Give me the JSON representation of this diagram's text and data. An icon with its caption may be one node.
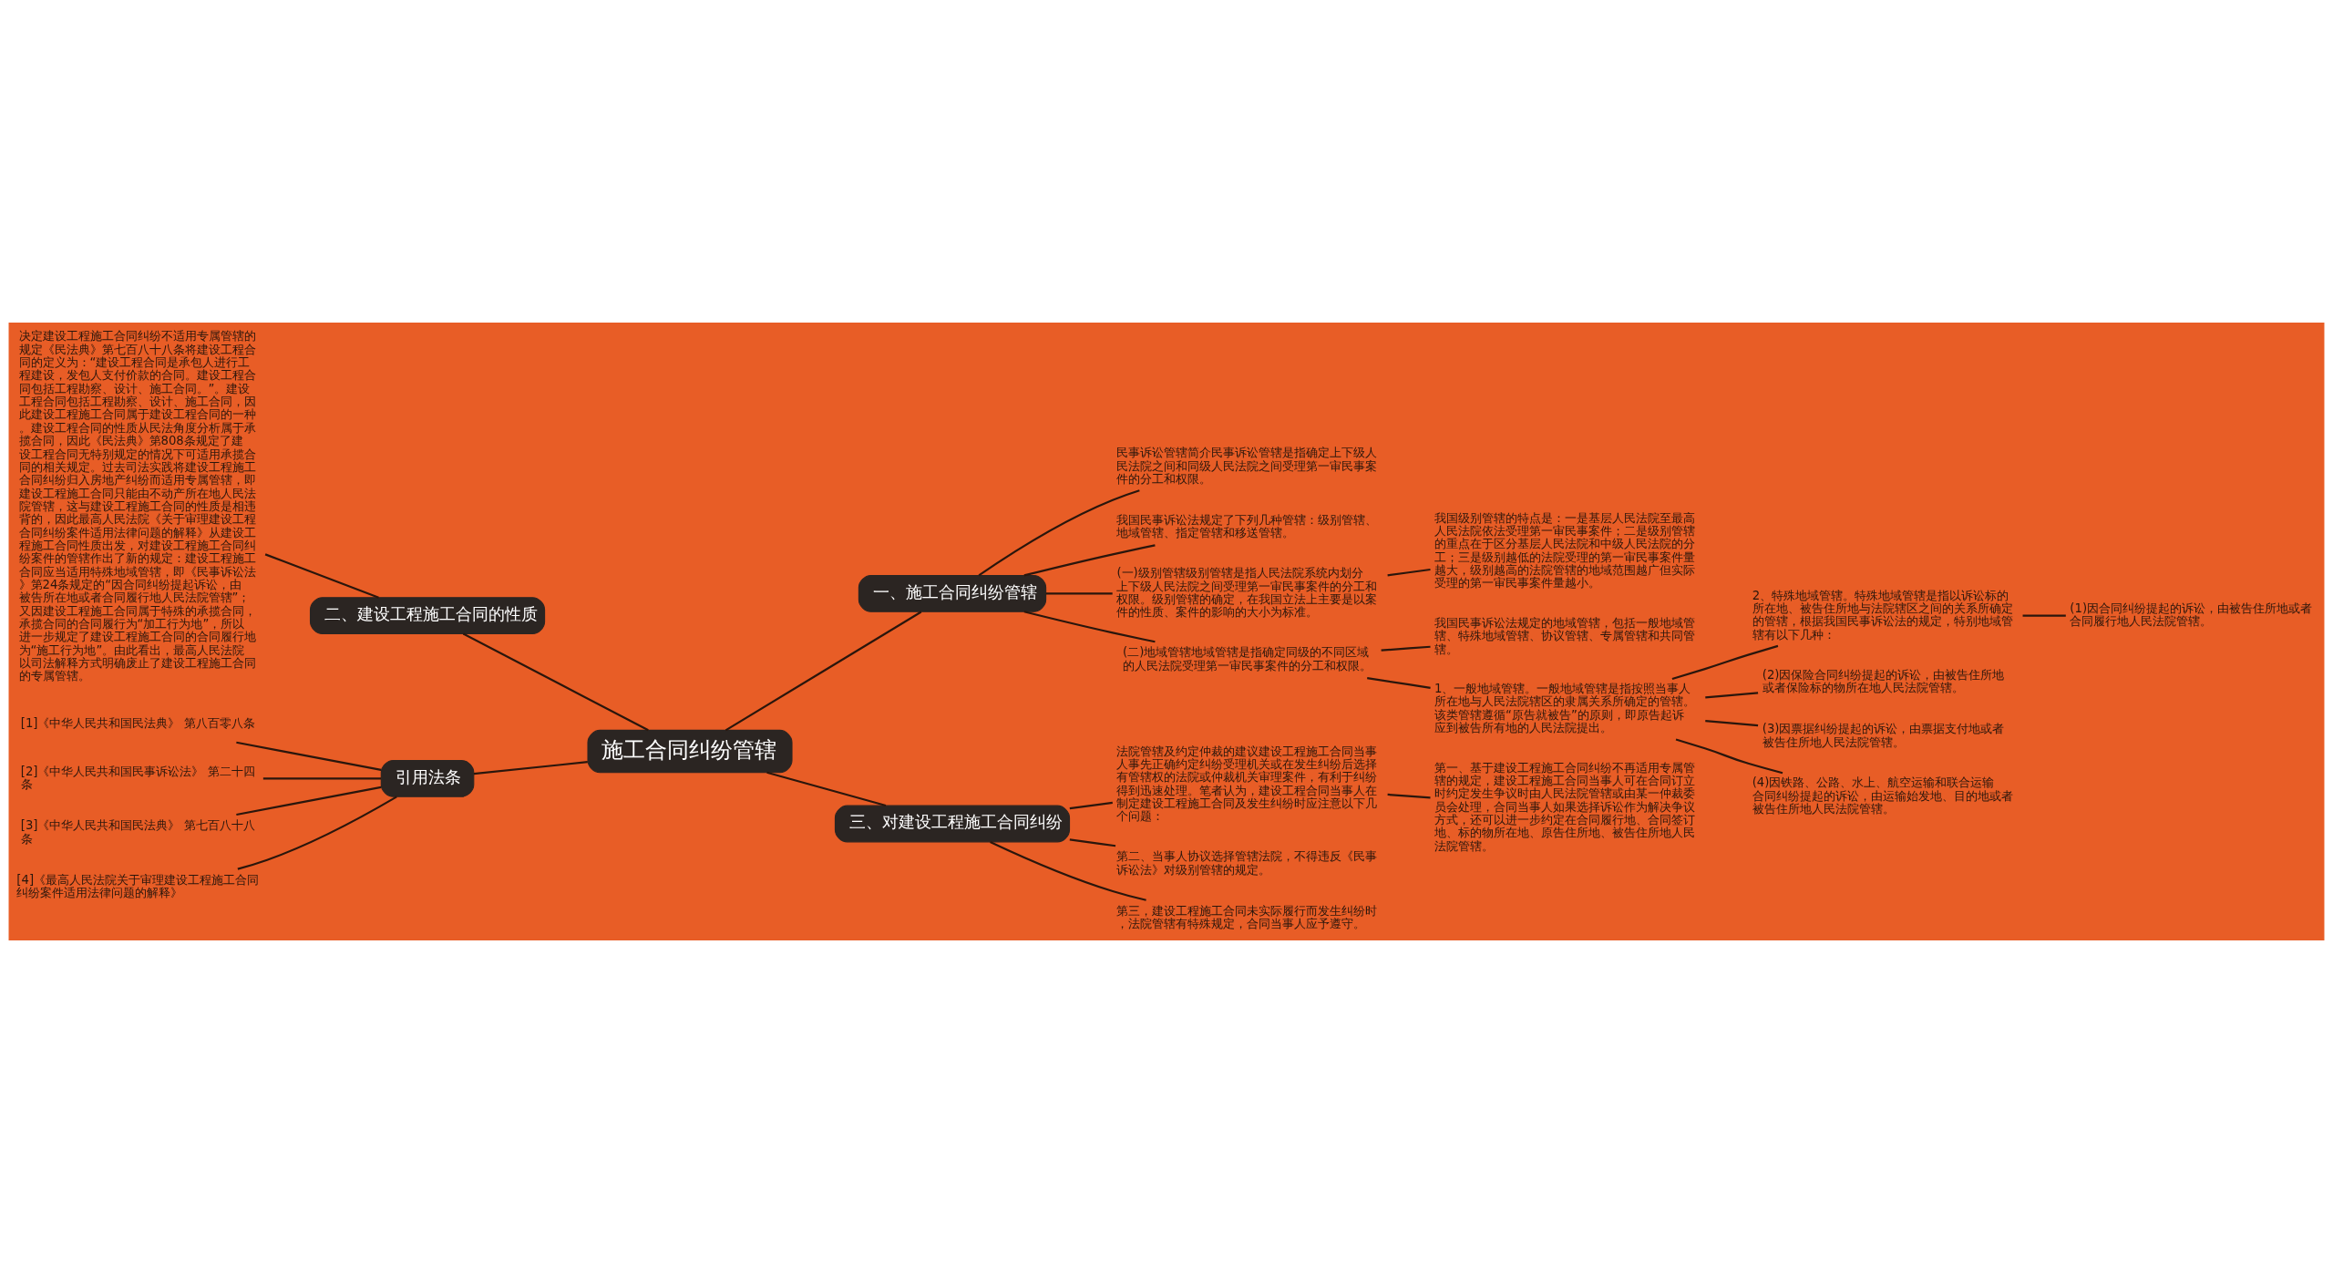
{
  "diagram": {
    "nodes": [
      {
        "text": [
          "施工合同纠纷管辖"
        ]
      },
      {
        "text": [
          "一、施工合同纠纷管辖"
        ]
      },
      {
        "text": [
          "民事诉讼管辖简介民事诉讼管辖是指确定上下级人民法院之间和同级人民法院之间受理第一审民事案件的分工和权限。"
        ]
      },
      {
        "text": [
          "我国民事诉讼法规定了下列几种管辖：级别管辖、地域管辖、指定管辖和移送管辖。"
        ]
      },
      {
        "text": [
          "(一)级别管辖级别管辖是指人民法院系统内划分上下级人民法院之间受理第一审民事案件的分工和权限。级别管辖的确定，在我国立法上主要是以案件的性质、案件的影响的大小为标准。"
        ]
      },
      {
        "text": [
          "我国级别管辖的特点是：一是基层人民法院至最高人民法院依法受理第一审民事案件；二是级别管辖的重点在于区分基层人民法院和中级人民法院的分工；三是级别越低的法院受理的第一审民事案件量越大，级别越高的法院管辖的地域范围越广但实际受理的第一审民事案件量越小。"
        ]
      },
      {
        "text": [
          "(二)地域管辖地域管辖是指确定同级的不同区域的人民法院受理第一审民事案件的分工和权限。"
        ]
      },
      {
        "text": [
          "我国民事诉讼法规定的地域管辖，包括一般地域管辖、特殊地域管辖、协议管辖、专属管辖和共同管辖。"
        ]
      },
      {
        "text": [
          "1、一般地域管辖。一般地域管辖是指按照当事人所在地与人民法院辖区的隶属关系所确定的管辖。该类管辖遵循“原告就被告”的原则，即原告起诉应到被告所有地的人民法院提出。"
        ]
      },
      {
        "text": [
          "2、特殊地域管辖。特殊地域管辖是指以诉讼标的所在地、被告住所地与法院辖区之间的关系所确定的管辖，根据我国民事诉讼法的规定，特别地域管辖有以下几种："
        ]
      },
      {
        "text": [
          "(1)因合同纠纷提起的诉讼，由被告住所地或者合同履行地人民法院管辖。"
        ]
      },
      {
        "text": [
          "(2)因保险合同纠纷提起的诉讼，由被告住所地或者保险标的物所在地人民法院管辖。"
        ]
      },
      {
        "text": [
          "(3)因票据纠纷提起的诉讼，由票据支付地或者被告住所地人民法院管辖。"
        ]
      },
      {
        "text": [
          "(4)因铁路、公路、水上、航空运输和联合运输合同纠纷提起的诉讼，由运输始发地、目的地或者被告住所地人民法院管辖。"
        ]
      },
      {
        "text": [
          "二、建设工程施工合同的性质"
        ]
      },
      {
        "text": [
          "决定建设工程施工合同纠纷不适用专属管辖的规定《民法典》第七百八十八条将建设工程合同的定义为：“建设工程合同是承包人进行工程建设，发包人支付价款的合同。建设工程合同包括工程勘察、设计、施工合同。”。建设工程合同包括工程勘察、设计、施工合同，因此建设工程施工合同属于建设工程合同的一种。建设工程合同的性质从民法角度分析属于承揽合同，因此《民法典》第808条规定了建设工程合同无特别规定的情况下可适用承揽合同的相关规定。过去司法实践将建设工程施工合同纠纷归入房地产纠纷而适用专属管辖，即建设工程施工合同只能由不动产所在地人民法院管辖，这与建设工程施工合同的性质是相违背的，因此最高人民法院《关于审理建设工程合同纠纷案件适用法律问题的解释》从建设工程施工合同性质出发，对建设工程施工合同纠纷案件的管辖作出了新的规定：建设工程施工合同应当适用特殊地域管辖，即《民事诉讼法》第24条规定的“因合同纠纷提起诉讼，由被告所在地或者合同履行地人民法院管辖”；又因建设工程施工合同属于特殊的承揽合同，承揽合同的合同履行为“加工行为地”，所以进一步规定了建设工程施工合同的合同履行地为“施工行为地”。由此看出，最高人民法院以司法解释方式明确废止了建设工程施工合同的专属管辖。"
        ]
      },
      {
        "text": [
          "引用法条"
        ]
      },
      {
        "text": [
          "[1]《中华人民共和国民法典》 第八百零八条"
        ]
      },
      {
        "text": [
          "[2]《中华人民共和国民事诉讼法》 第二十四条"
        ]
      },
      {
        "text": [
          "[3]《中华人民共和国民法典》 第七百八十八条"
        ]
      },
      {
        "text": [
          "[4]《最高人民法院关于审理建设工程施工合同纠纷案件适用法律问题的解释》"
        ]
      },
      {
        "text": [
          "三、对建设工程施工合同纠纷"
        ]
      },
      {
        "text": [
          "法院管辖及约定仲裁的建议建设工程施工合同当事人事先正确约定纠纷受理机关或在发生纠纷后选择有管辖权的法院或仲裁机关审理案件，有利于纠纷得到迅速处理。笔者认为，建设工程合同当事人在制定建设工程施工合同及发生纠纷时应注意以下几个问题："
        ]
      },
      {
        "text": [
          "第一、基于建设工程施工合同纠纷不再适用专属管辖的规定，建设工程施工合同当事人可在合同订立时约定发生争议时由人民法院管辖或由某一仲裁委员会处理，合同当事人如果选择诉讼作为解决争议方式，还可以进一步约定在合同履行地、合同签订地、标的物所在地、原告住所地、被告住所地人民法院管辖。"
        ]
      },
      {
        "text": [
          "第二、当事人协议选择管辖法院，不得违反《民事诉讼法》对级别管辖的规定。"
        ]
      },
      {
        "text": [
          "第三，建设工程施工合同未实际履行而发生纠纷时，法院管辖有特殊规定，合同当事人应予遵守。"
        ]
      }
    ],
    "edges": [
      {
        "from": 0,
        "to": 1,
        "arrow": "none"
      },
      {
        "from": 1,
        "to": 2,
        "arrow": "none"
      },
      {
        "from": 1,
        "to": 3,
        "arrow": "none"
      },
      {
        "from": 1,
        "to": 4,
        "arrow": "none"
      },
      {
        "from": 4,
        "to": 5,
        "arrow": "none"
      },
      {
        "from": 1,
        "to": 6,
        "arrow": "none"
      },
      {
        "from": 6,
        "to": 7,
        "arrow": "none"
      },
      {
        "from": 6,
        "to": 8,
        "arrow": "none"
      },
      {
        "from": 8,
        "to": 9,
        "arrow": "none"
      },
      {
        "from": 9,
        "to": 10,
        "arrow": "none"
      },
      {
        "from": 8,
        "to": 11,
        "arrow": "none"
      },
      {
        "from": 8,
        "to": 12,
        "arrow": "none"
      },
      {
        "from": 8,
        "to": 13,
        "arrow": "none"
      },
      {
        "from": 0,
        "to": 14,
        "arrow": "none"
      },
      {
        "from": 14,
        "to": 15,
        "arrow": "none"
      },
      {
        "from": 0,
        "to": 16,
        "arrow": "none"
      },
      {
        "from": 16,
        "to": 17,
        "arrow": "none"
      },
      {
        "from": 16,
        "to": 18,
        "arrow": "none"
      },
      {
        "from": 16,
        "to": 19,
        "arrow": "none"
      },
      {
        "from": 16,
        "to": 20,
        "arrow": "none"
      },
      {
        "from": 0,
        "to": 21,
        "arrow": "none"
      },
      {
        "from": 21,
        "to": 22,
        "arrow": "none"
      },
      {
        "from": 22,
        "to": 23,
        "arrow": "none"
      },
      {
        "from": 21,
        "to": 24,
        "arrow": "none"
      },
      {
        "from": 21,
        "to": 25,
        "arrow": "none"
      }
    ]
  }
}
